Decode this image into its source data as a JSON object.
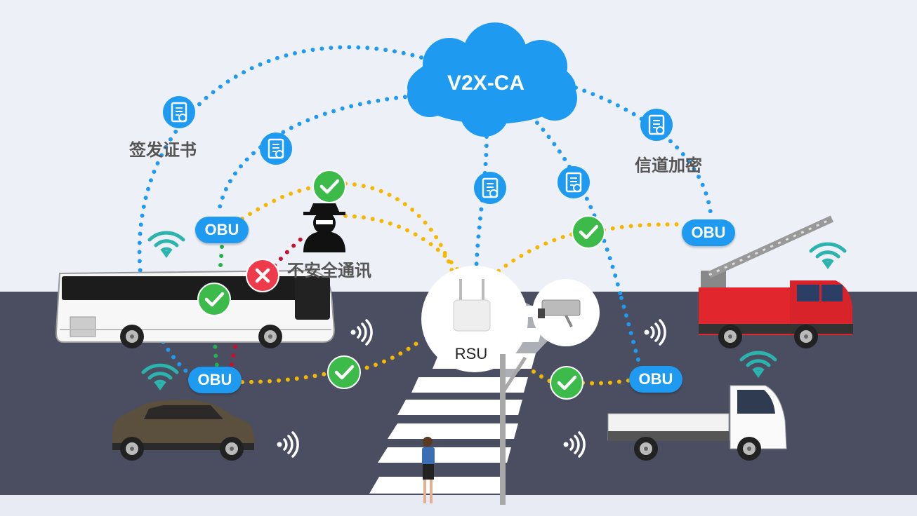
{
  "diagram": {
    "ca_label": "V2X-CA",
    "rsu_label": "RSU",
    "obu_label": "OBU",
    "issue_cert_label": "签发证书",
    "channel_encrypt_label": "信道加密",
    "insecure_comm_label": "不安全通讯"
  },
  "colors": {
    "cloud": "#1e9bf0",
    "obu": "#1e9bf0",
    "cert_link": "#1e9bf0",
    "secure_link": "#f5b800",
    "check": "#3dbb4a",
    "cross": "#ee3b4b",
    "wifi": "#2bb3ad",
    "road": "#4b4e61",
    "sky": "#eef0f8"
  }
}
